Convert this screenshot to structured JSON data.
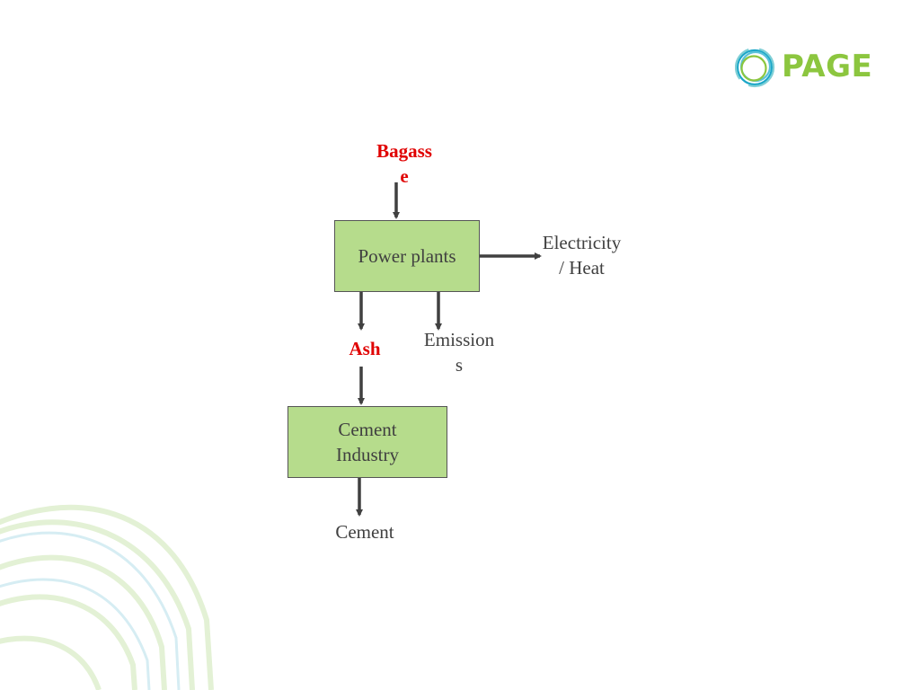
{
  "logo": {
    "text": "PAGE",
    "icon": "page-rings-icon",
    "color": "#8cc63f",
    "ring_colors": [
      "#1ca7c8",
      "#58c1d8",
      "#8cc63f"
    ]
  },
  "diagram": {
    "nodes": {
      "bagasse": {
        "text": "Bagass\ne",
        "color": "#e00000"
      },
      "power_plants": {
        "text": "Power plants"
      },
      "electricity_heat": {
        "text": "Electricity\n/ Heat"
      },
      "ash": {
        "text": "Ash",
        "color": "#e00000"
      },
      "emissions": {
        "text": "Emission\ns"
      },
      "cement_industry": {
        "text": "Cement\nIndustry"
      },
      "cement": {
        "text": "Cement"
      }
    },
    "edges": [
      {
        "from": "bagasse",
        "to": "power_plants"
      },
      {
        "from": "power_plants",
        "to": "electricity_heat"
      },
      {
        "from": "power_plants",
        "to": "ash"
      },
      {
        "from": "power_plants",
        "to": "emissions"
      },
      {
        "from": "ash",
        "to": "cement_industry"
      },
      {
        "from": "cement_industry",
        "to": "cement"
      }
    ],
    "box_fill": "#b6dc8c",
    "box_border": "#555555",
    "arrow_color": "#404040",
    "highlight_color": "#e00000"
  }
}
